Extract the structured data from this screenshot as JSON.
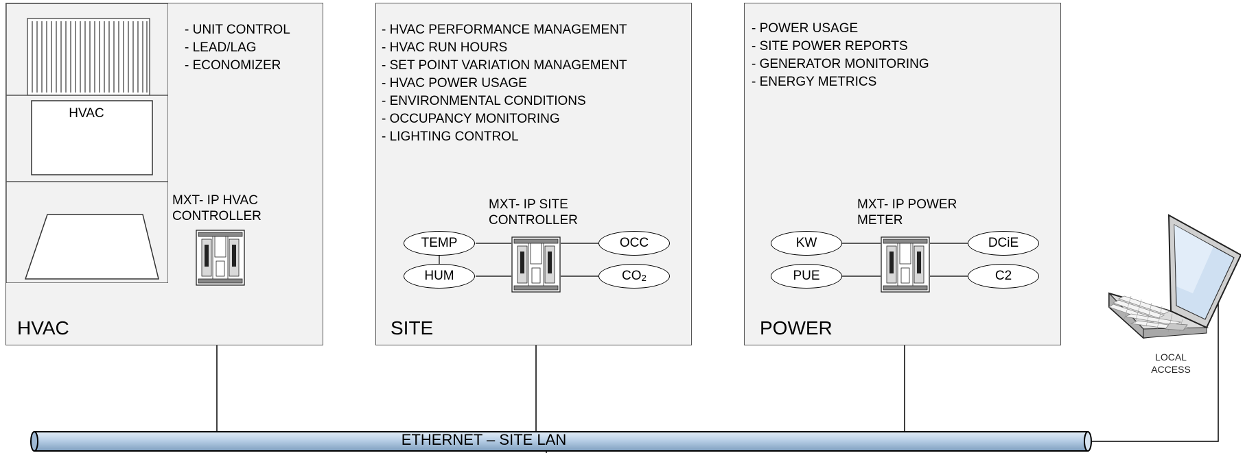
{
  "panels": {
    "hvac": {
      "title": "HVAC",
      "features": [
        "- UNIT CONTROL",
        "- LEAD/LAG",
        "- ECONOMIZER"
      ],
      "unit_label": "HVAC",
      "controller_label_line1": "MXT- IP HVAC",
      "controller_label_line2": "CONTROLLER"
    },
    "site": {
      "title": "SITE",
      "features": [
        "- HVAC PERFORMANCE MANAGEMENT",
        "- HVAC RUN HOURS",
        "- SET POINT VARIATION MANAGEMENT",
        "- HVAC POWER USAGE",
        "- ENVIRONMENTAL CONDITIONS",
        "- OCCUPANCY MONITORING",
        "- LIGHTING CONTROL"
      ],
      "controller_label_line1": "MXT- IP SITE",
      "controller_label_line2": "CONTROLLER",
      "sensors": {
        "temp": "TEMP",
        "hum": "HUM",
        "occ": "OCC",
        "co2_base": "CO",
        "co2_sub": "2"
      }
    },
    "power": {
      "title": "POWER",
      "features": [
        "- POWER USAGE",
        "- SITE POWER REPORTS",
        "- GENERATOR MONITORING",
        "- ENERGY METRICS"
      ],
      "controller_label_line1": "MXT- IP POWER",
      "controller_label_line2": "METER",
      "sensors": {
        "kw": "KW",
        "pue": "PUE",
        "dcie": "DCiE",
        "c2": "C2"
      }
    }
  },
  "laptop": {
    "label_line1": "LOCAL",
    "label_line2": "ACCESS"
  },
  "network": {
    "label": "ETHERNET – SITE LAN"
  },
  "colors": {
    "panel_fill": "#f2f2f2",
    "panel_border": "#555555",
    "pipe_fill": "#b8cfe6",
    "pipe_stroke": "#000000"
  }
}
